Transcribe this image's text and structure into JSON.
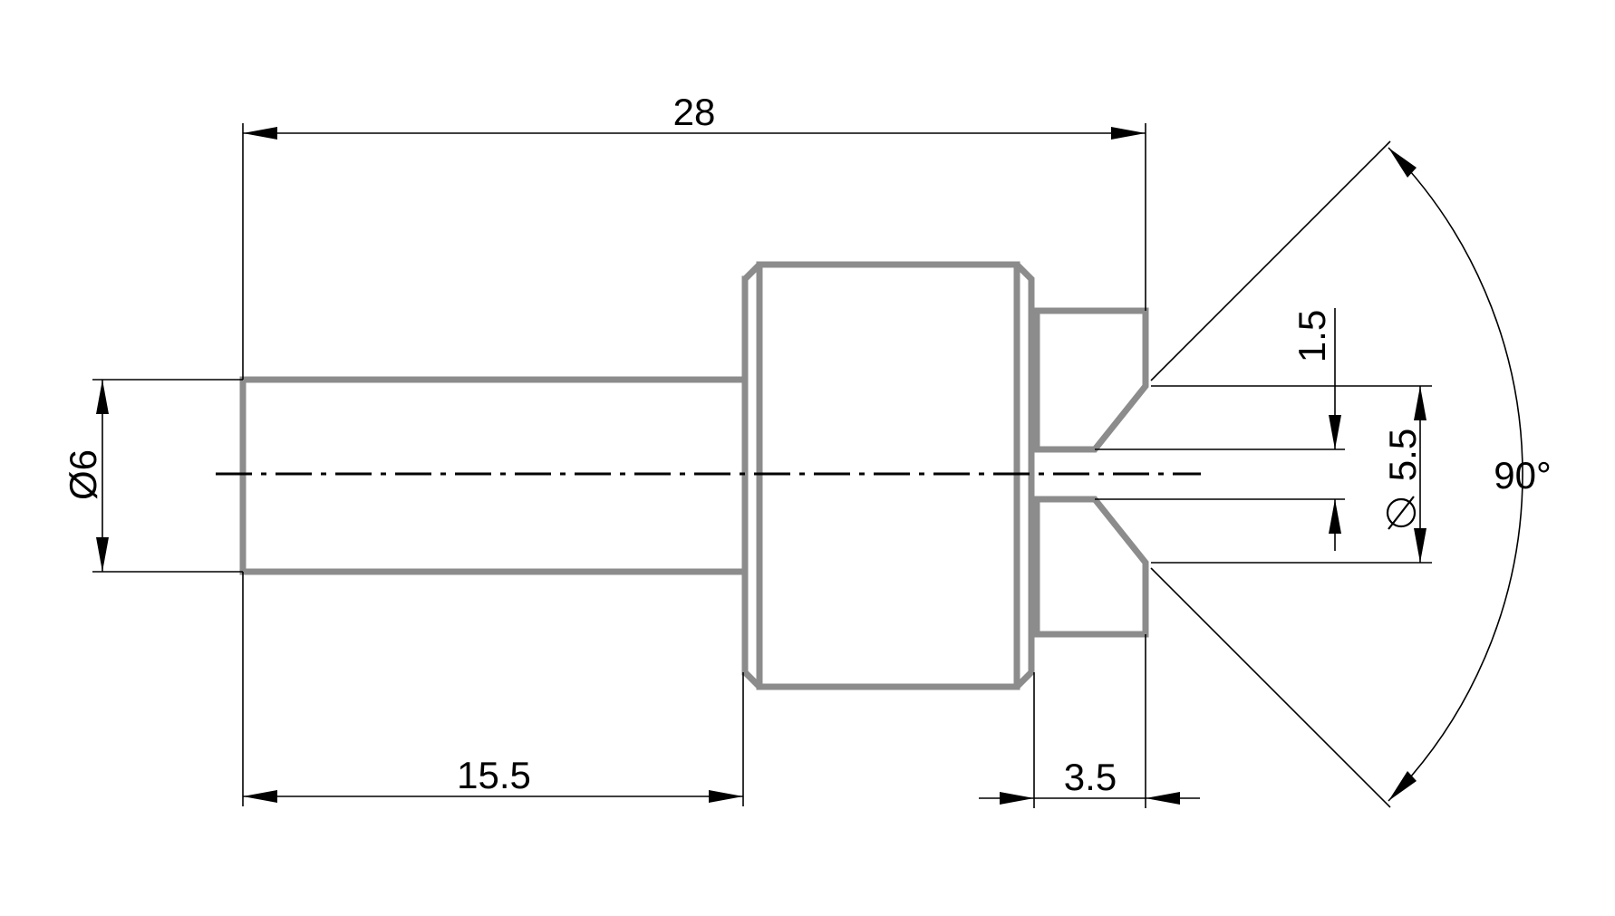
{
  "drawing": {
    "dimensions": {
      "overall_length": "28",
      "shank_diameter": "Ø6",
      "shank_length": "15.5",
      "tip_length": "3.5",
      "step_depth": "1.5",
      "bore_diameter": "5.5",
      "countersink_angle": "90°"
    },
    "colors": {
      "part_outline": "#8c8c8c",
      "dimension_lines": "#000000",
      "background": "#ffffff"
    }
  }
}
